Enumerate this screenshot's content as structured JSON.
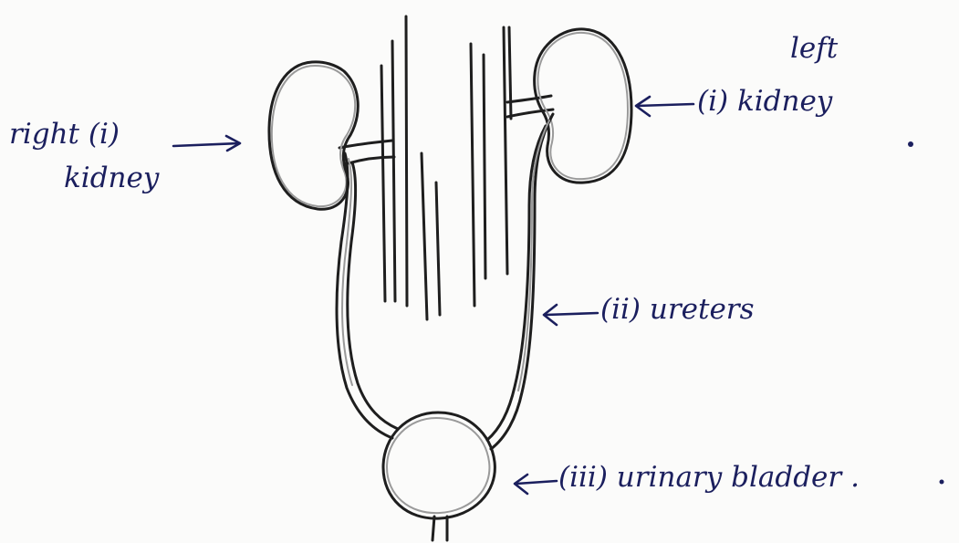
{
  "labels": {
    "right_kidney_line1": "right (i)",
    "right_kidney_line2": "kidney",
    "left_kidney_line1": "left",
    "left_kidney_line2": "(i) kidney",
    "ureters": "(ii) ureters",
    "urinary_bladder": "(iii) urinary bladder ."
  },
  "colors": {
    "ink": "#1b1f5e",
    "pencil": "#1e1e1e",
    "paper": "#fbfbfa"
  }
}
